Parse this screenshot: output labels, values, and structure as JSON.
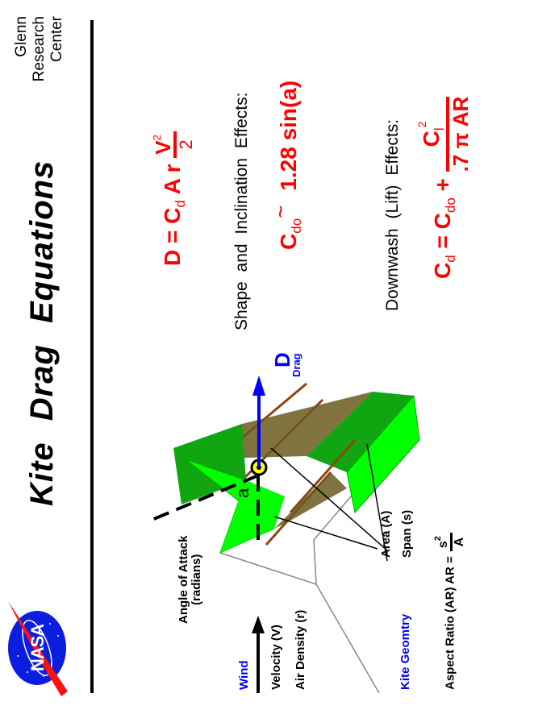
{
  "header": {
    "title_words": [
      "Kite",
      "Drag",
      "Equations"
    ],
    "center_name_lines": [
      "Glenn",
      "Research",
      "Center"
    ],
    "logo": "nasa-meatball-logo"
  },
  "equations": {
    "drag": {
      "lhs": "D",
      "eq": "=",
      "coef": "C",
      "coef_sub": "d",
      "area": "A",
      "density": "r",
      "num": "V",
      "num_sup": "2",
      "den": "2"
    },
    "shape": {
      "heading": "Shape  and  Inclination Effects:",
      "coef": "C",
      "coef_sub": "do",
      "approx": "~",
      "value": "1.28  sin(a)"
    },
    "downwash": {
      "heading": "Downwash  (Lift)  Effects:",
      "lhs": "C",
      "lhs_sub": "d",
      "eq": "=",
      "term": "C",
      "term_sub": "do",
      "plus": "+",
      "num": "C",
      "num_sub": "l",
      "num_sup": "2",
      "den": ".7 π AR"
    }
  },
  "diagram": {
    "drag_label": "D",
    "drag_sub": "Drag",
    "angle_symbol": "a",
    "angle_label_lines": [
      "Angle  of  Attack",
      "(radians)"
    ],
    "area_label": "Area  (A)",
    "span_label": "Span  (s)",
    "wind_label": "Wind",
    "velocity_label": "Velocity (V)",
    "density_label": "Air Density (r)",
    "geometry_label": "Kite  Geomtry",
    "aspect_ratio_label": "Aspect  Ratio  (AR)   AR =",
    "ar_num": "s",
    "ar_num_sup": "2",
    "ar_den": "A"
  },
  "colors": {
    "equation": "#ff0000",
    "accent_blue": "#0000ff",
    "kite_light": "#00ff00",
    "kite_dark": "#11a611",
    "spar": "#8b4513",
    "sail_shadow": "#6b5a1e",
    "pivot": "#ffff00"
  }
}
